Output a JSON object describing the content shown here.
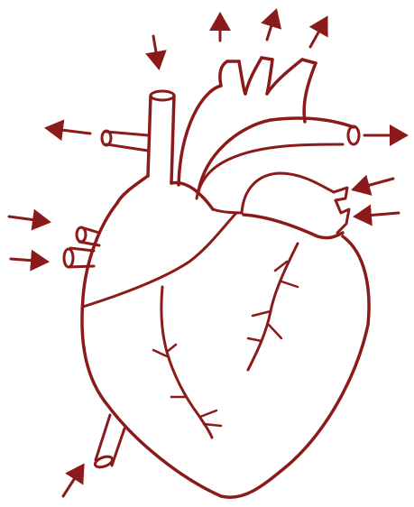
{
  "diagram": {
    "subject": "heart-sketch",
    "colors": {
      "ink": "#8b1a1a",
      "background": "#ffffff"
    },
    "arrows": [
      {
        "name": "arrow-into-svc",
        "direction": "in"
      },
      {
        "name": "arrow-aortic-branch-1",
        "direction": "out"
      },
      {
        "name": "arrow-aortic-branch-2",
        "direction": "out"
      },
      {
        "name": "arrow-aortic-branch-3",
        "direction": "out"
      },
      {
        "name": "arrow-left-pulmonary-artery",
        "direction": "out"
      },
      {
        "name": "arrow-right-pulmonary-artery",
        "direction": "out"
      },
      {
        "name": "arrow-pulmonary-vein-upper",
        "direction": "in"
      },
      {
        "name": "arrow-pulmonary-vein-lower",
        "direction": "in"
      },
      {
        "name": "arrow-right-vein-upper",
        "direction": "in"
      },
      {
        "name": "arrow-right-vein-lower",
        "direction": "in"
      },
      {
        "name": "arrow-into-ivc",
        "direction": "in"
      }
    ]
  }
}
